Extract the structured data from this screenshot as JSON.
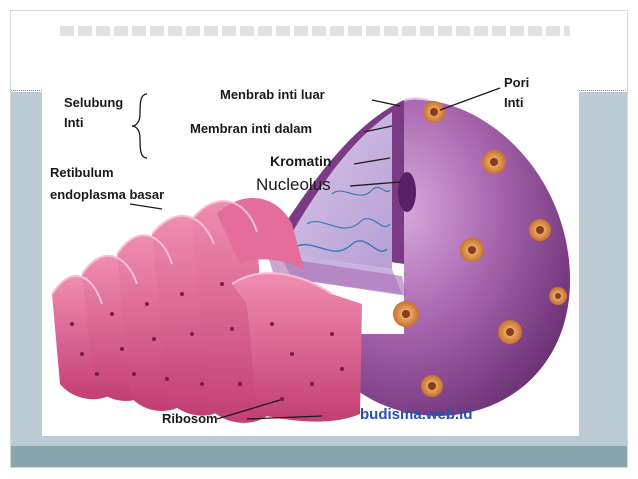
{
  "diagram": {
    "labels": {
      "selubung_inti_line1": "Selubung",
      "selubung_inti_line2": "Inti",
      "membran_luar": "Menbrab inti luar",
      "membran_dalam": "Membran inti dalam",
      "kromatin": "Kromatin",
      "nucleolus": "Nucleolus",
      "retikulum_line1": "Retibulum",
      "retikulum_line2": "endoplasma basar",
      "pori_line1": "Pori",
      "pori_line2": "Inti",
      "ribosom": "Ribosom"
    },
    "credit": "budisma.web.id",
    "colors": {
      "nucleus": "#9b5aa0",
      "er": "#d85a8a",
      "pore": "#e9a25a",
      "band": "#bccbd3",
      "bottom_bar": "#8aa6ad",
      "credit": "#2b4fb0"
    }
  }
}
